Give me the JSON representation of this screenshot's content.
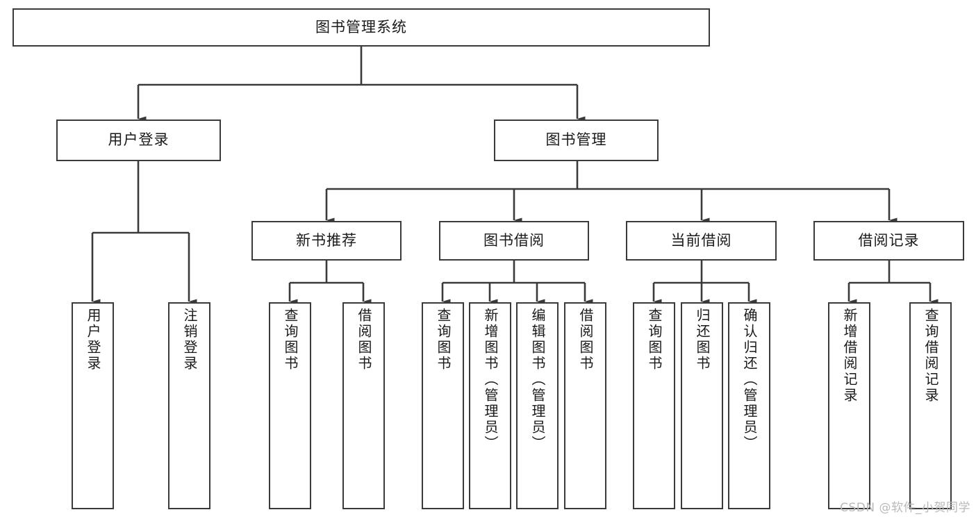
{
  "diagram": {
    "type": "tree",
    "title": "图书管理系统",
    "watermark": "CSDN @软件_小贺同学",
    "colors": {
      "box_border": "#3a3a3a",
      "box_fill": "#ffffff",
      "edge": "#3a3a3a",
      "text": "#1a1a1a",
      "watermark": "#b9b9b9",
      "background": "#ffffff"
    },
    "nodes": {
      "root": {
        "label": "图书管理系统",
        "level": 0,
        "orientation": "horizontal"
      },
      "user_login": {
        "label": "用户登录",
        "level": 1,
        "orientation": "horizontal"
      },
      "book_manage": {
        "label": "图书管理",
        "level": 1,
        "orientation": "horizontal"
      },
      "new_book_rec": {
        "label": "新书推荐",
        "level": 2,
        "orientation": "horizontal"
      },
      "book_borrow": {
        "label": "图书借阅",
        "level": 2,
        "orientation": "horizontal"
      },
      "current_borrow": {
        "label": "当前借阅",
        "level": 2,
        "orientation": "horizontal"
      },
      "borrow_record": {
        "label": "借阅记录",
        "level": 2,
        "orientation": "horizontal"
      },
      "leaf_user_login": {
        "label": "用户登录",
        "level": 3,
        "orientation": "vertical"
      },
      "leaf_logout": {
        "label": "注销登录",
        "level": 3,
        "orientation": "vertical"
      },
      "leaf_query_book_1": {
        "label": "查询图书",
        "level": 3,
        "orientation": "vertical"
      },
      "leaf_borrow_book_1": {
        "label": "借阅图书",
        "level": 3,
        "orientation": "vertical"
      },
      "leaf_query_book_2": {
        "label": "查询图书",
        "level": 3,
        "orientation": "vertical"
      },
      "leaf_add_book": {
        "label": "新增图书（管理员）",
        "level": 3,
        "orientation": "vertical"
      },
      "leaf_edit_book": {
        "label": "编辑图书（管理员）",
        "level": 3,
        "orientation": "vertical"
      },
      "leaf_borrow_book_2": {
        "label": "借阅图书",
        "level": 3,
        "orientation": "vertical"
      },
      "leaf_query_book_3": {
        "label": "查询图书",
        "level": 3,
        "orientation": "vertical"
      },
      "leaf_return_book": {
        "label": "归还图书",
        "level": 3,
        "orientation": "vertical"
      },
      "leaf_confirm_return": {
        "label": "确认归还（管理员）",
        "level": 3,
        "orientation": "vertical"
      },
      "leaf_add_record": {
        "label": "新增借阅记录",
        "level": 3,
        "orientation": "vertical"
      },
      "leaf_query_record": {
        "label": "查询借阅记录",
        "level": 3,
        "orientation": "vertical"
      }
    },
    "edges": [
      {
        "from": "root",
        "to": "user_login"
      },
      {
        "from": "root",
        "to": "book_manage"
      },
      {
        "from": "user_login",
        "to": "leaf_user_login"
      },
      {
        "from": "user_login",
        "to": "leaf_logout"
      },
      {
        "from": "book_manage",
        "to": "new_book_rec"
      },
      {
        "from": "book_manage",
        "to": "book_borrow"
      },
      {
        "from": "book_manage",
        "to": "current_borrow"
      },
      {
        "from": "book_manage",
        "to": "borrow_record"
      },
      {
        "from": "new_book_rec",
        "to": "leaf_query_book_1"
      },
      {
        "from": "new_book_rec",
        "to": "leaf_borrow_book_1"
      },
      {
        "from": "book_borrow",
        "to": "leaf_query_book_2"
      },
      {
        "from": "book_borrow",
        "to": "leaf_add_book"
      },
      {
        "from": "book_borrow",
        "to": "leaf_edit_book"
      },
      {
        "from": "book_borrow",
        "to": "leaf_borrow_book_2"
      },
      {
        "from": "current_borrow",
        "to": "leaf_query_book_3"
      },
      {
        "from": "current_borrow",
        "to": "leaf_return_book"
      },
      {
        "from": "current_borrow",
        "to": "leaf_confirm_return"
      },
      {
        "from": "borrow_record",
        "to": "leaf_add_record"
      },
      {
        "from": "borrow_record",
        "to": "leaf_query_record"
      }
    ]
  }
}
